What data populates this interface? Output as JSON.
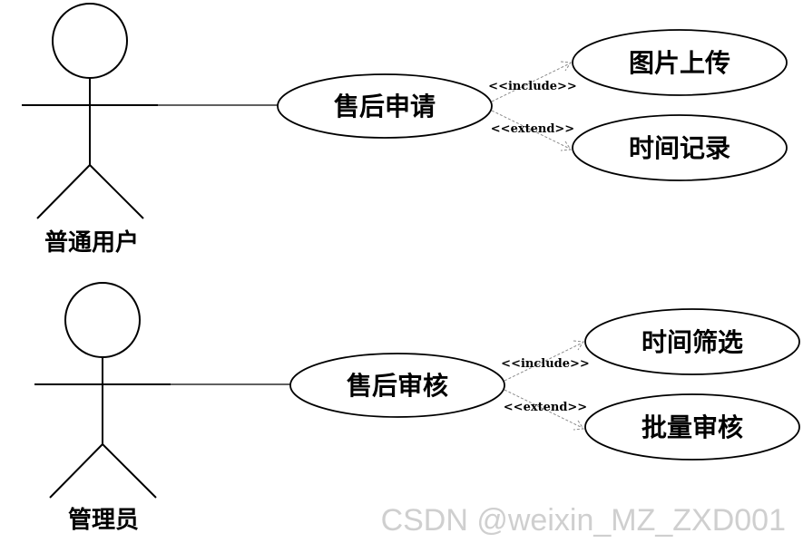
{
  "actors": [
    {
      "id": "ordinary-user",
      "name": "普通用户"
    },
    {
      "id": "administrator",
      "name": "管理员"
    }
  ],
  "use_cases": [
    {
      "id": "after-sales-application",
      "label": "售后申请"
    },
    {
      "id": "image-upload",
      "label": "图片上传"
    },
    {
      "id": "time-record",
      "label": "时间记录"
    },
    {
      "id": "after-sales-review",
      "label": "售后审核"
    },
    {
      "id": "time-filter",
      "label": "时间筛选"
    },
    {
      "id": "batch-review",
      "label": "批量审核"
    }
  ],
  "relations": [
    {
      "from": "after-sales-application",
      "to": "image-upload",
      "stereotype": "<<include>>"
    },
    {
      "from": "after-sales-application",
      "to": "time-record",
      "stereotype": "<<extend>>"
    },
    {
      "from": "after-sales-review",
      "to": "time-filter",
      "stereotype": "<<include>>"
    },
    {
      "from": "after-sales-review",
      "to": "batch-review",
      "stereotype": "<<extend>>"
    }
  ],
  "watermark": "CSDN @weixin_MZ_ZXD001"
}
